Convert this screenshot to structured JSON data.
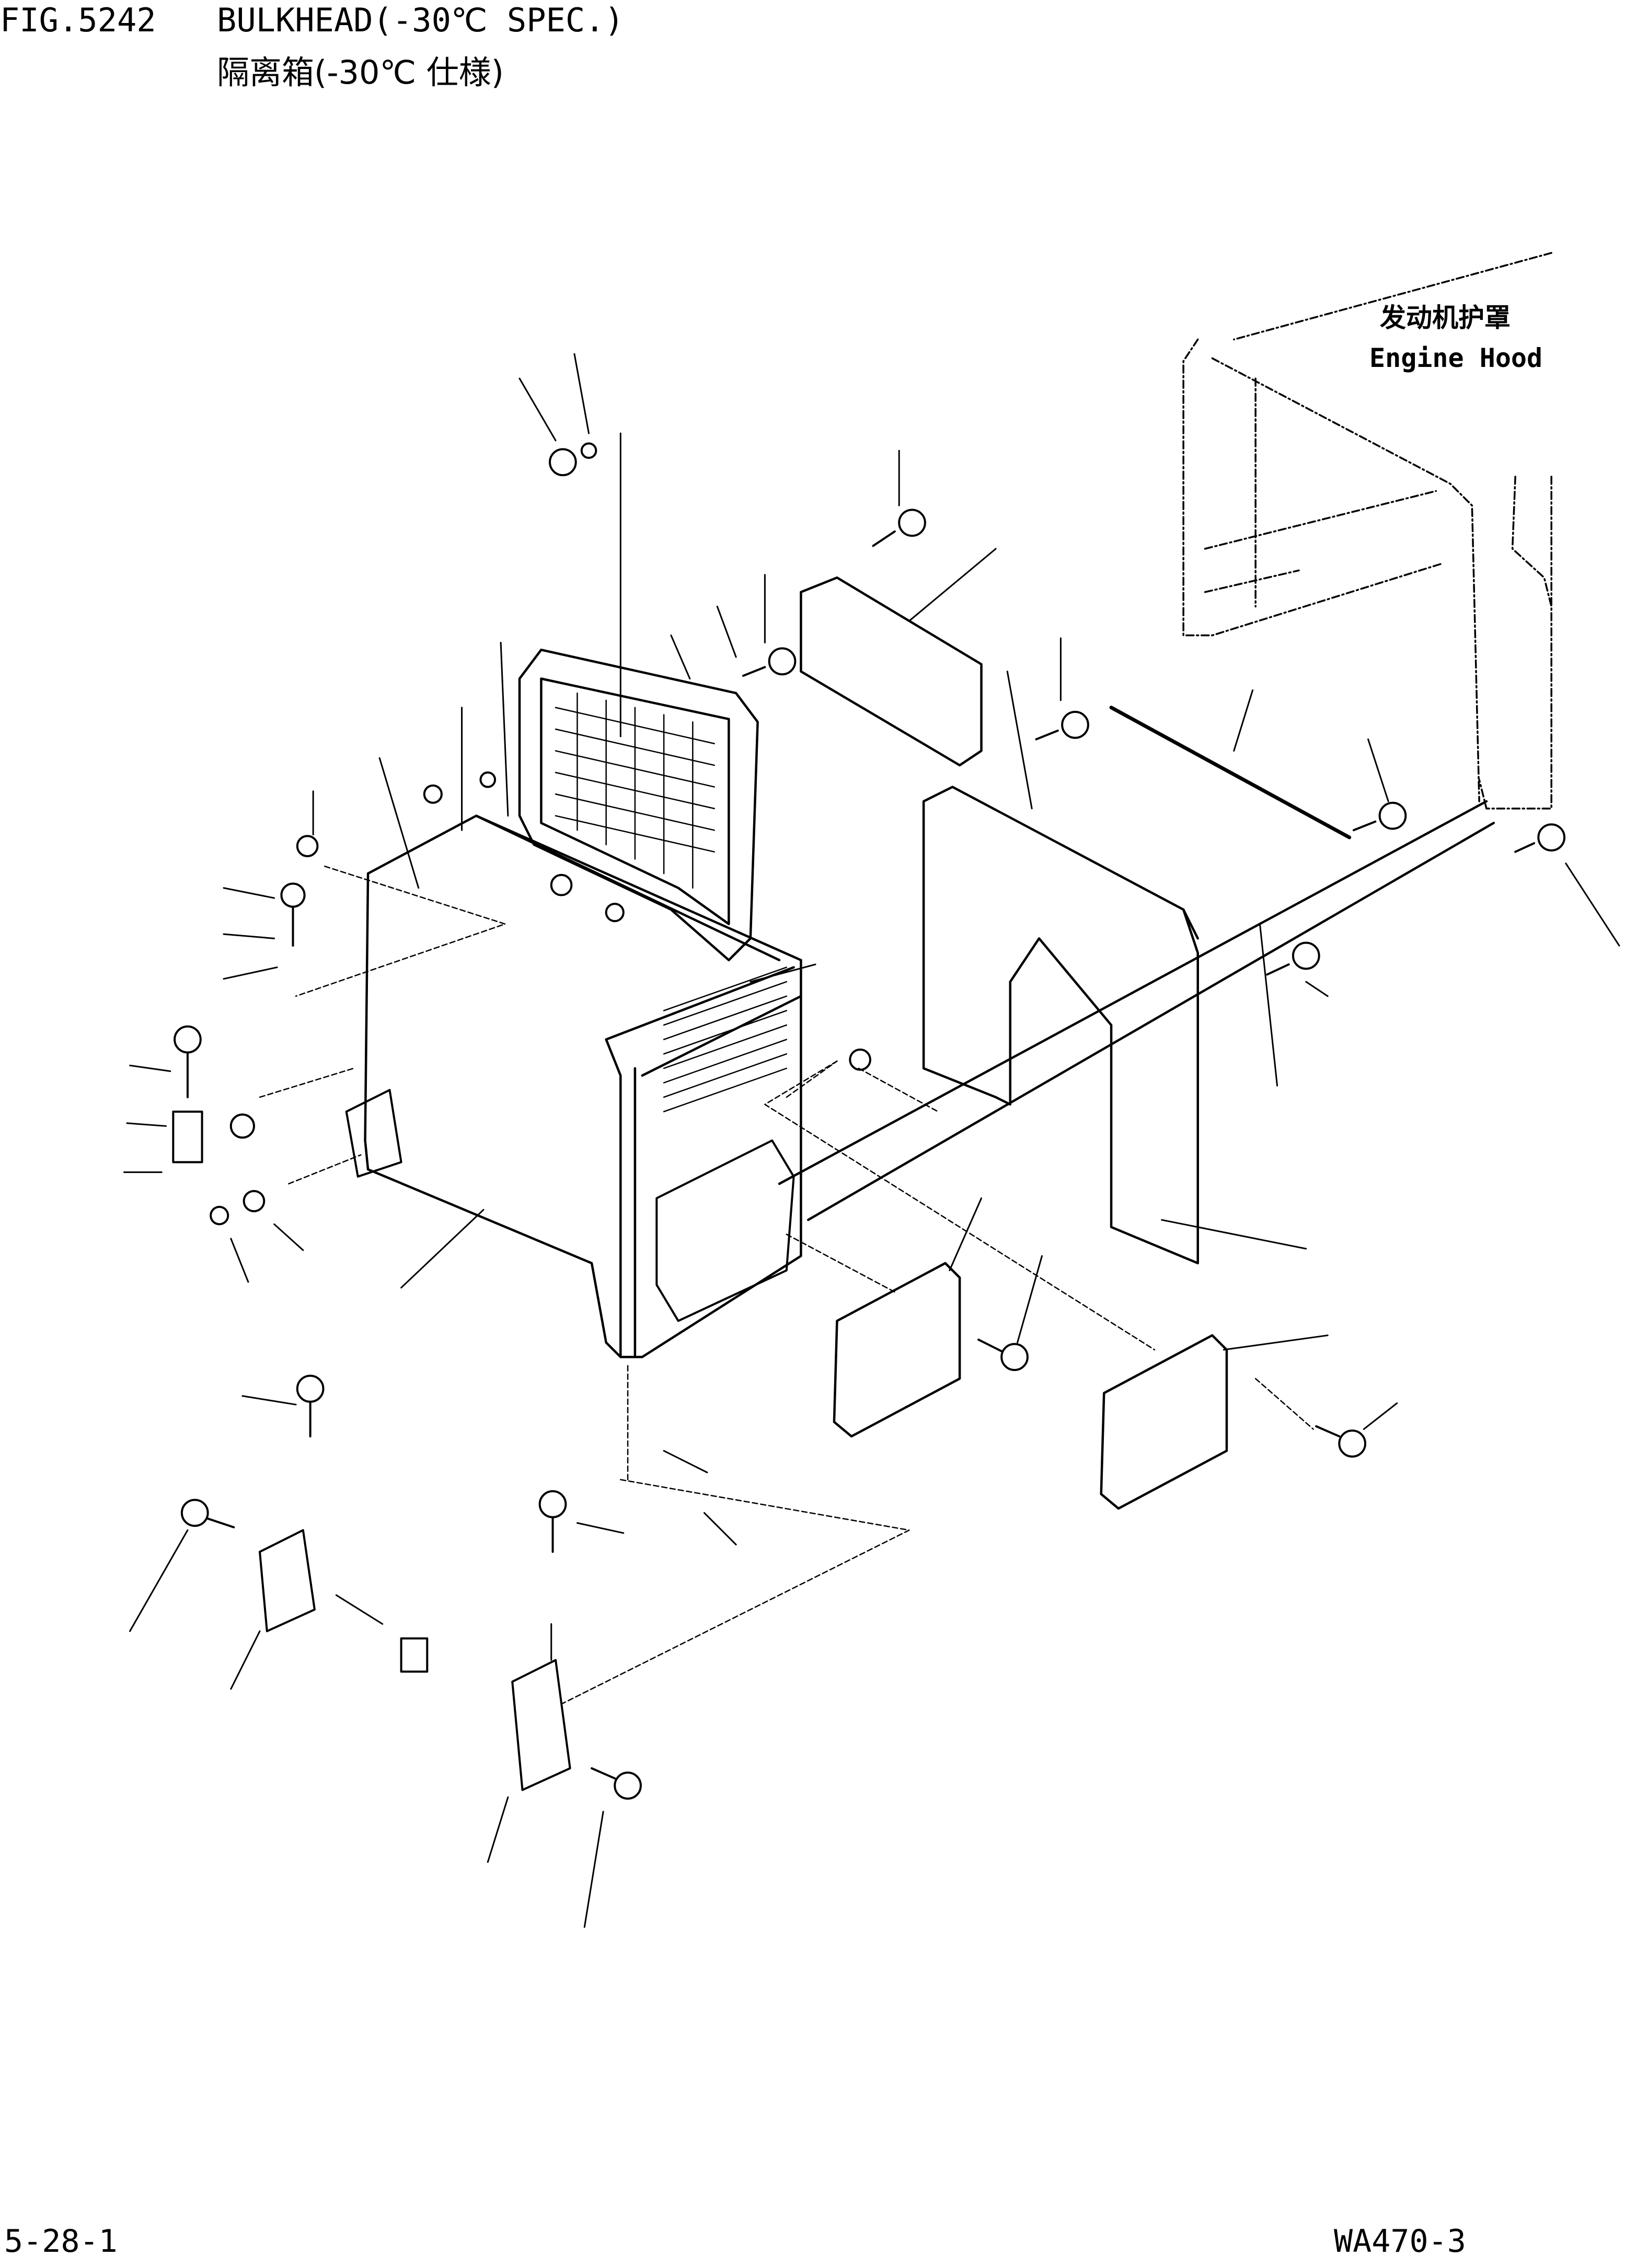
{
  "header": {
    "figure_number": "FIG.5242",
    "title_en": "BULKHEAD(-30℃ SPEC.)",
    "title_zh": "隔离箱(-30℃ 仕様)"
  },
  "callouts": {
    "engine_hood_zh": "发动机护罩",
    "engine_hood_en": "Engine Hood"
  },
  "footer": {
    "page_number": "5-28-1",
    "model": "WA470-3"
  }
}
